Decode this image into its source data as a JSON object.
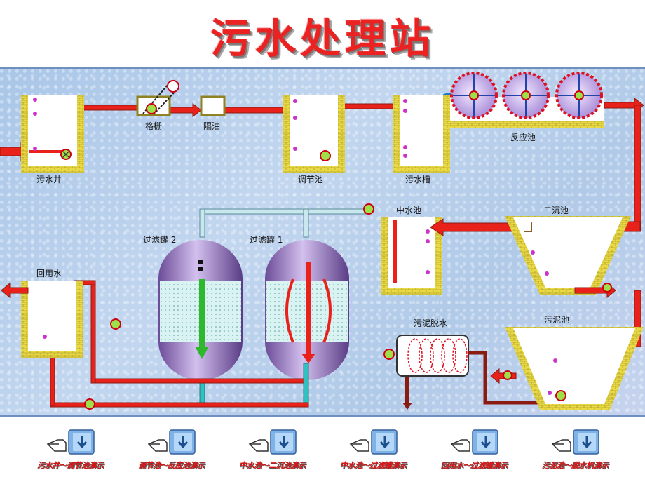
{
  "title": "污水处理站",
  "units": {
    "sewage_well": "污水井",
    "grille": "格栅",
    "oil_separator": "隔油",
    "regulating_pool": "调节池",
    "sewage_tank": "污水槽",
    "reaction_pool": "反应池",
    "reclaimed_pool": "中水池",
    "secondary_settling": "二沉池",
    "filter_tank_2": "过滤罐 2",
    "filter_tank_1": "过滤罐 1",
    "reuse_water": "回用水",
    "sludge_dewatering": "污泥脱水",
    "sludge_pool": "污泥池"
  },
  "nav": [
    {
      "label": "污水井～调节池演示",
      "icon": "hand-folder-icon"
    },
    {
      "label": "调节池～反应池演示",
      "icon": "hand-folder-icon"
    },
    {
      "label": "中水池～二沉池演示",
      "icon": "hand-folder-icon"
    },
    {
      "label": "中水池～过滤罐演示",
      "icon": "hand-folder-icon"
    },
    {
      "label": "回用水～过滤罐演示",
      "icon": "hand-folder-icon"
    },
    {
      "label": "污泥池～脱水机演示",
      "icon": "hand-folder-icon"
    }
  ],
  "colors": {
    "pipe": "#e8211b",
    "pipe_dark": "#8b1a10",
    "wall": "#e6d640",
    "wall_line": "#8f8222",
    "tank_purple": "#9a78c8",
    "clean_pipe": "#c8e8ee"
  }
}
